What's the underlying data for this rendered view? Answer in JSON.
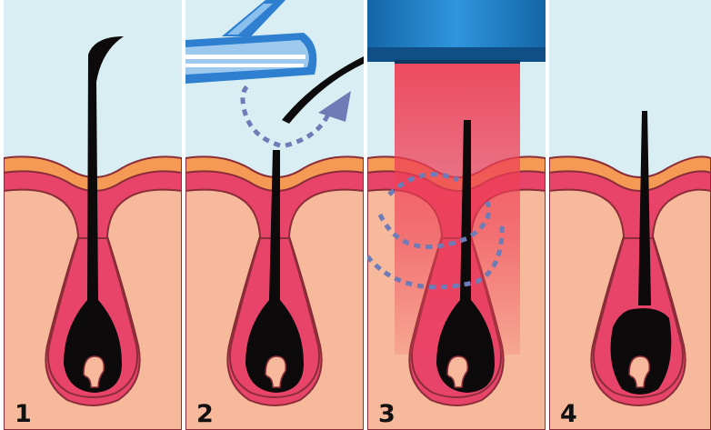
{
  "panels": [
    {
      "number": "1"
    },
    {
      "number": "2"
    },
    {
      "number": "3"
    },
    {
      "number": "4"
    }
  ],
  "colors": {
    "sky": "#d8eef3",
    "skin": "#f7b99c",
    "skin_surface": "#f59a55",
    "epidermis": "#e8446a",
    "outline": "#8a2d38",
    "hair": "#0c0a0a",
    "arrow": "#6e7bb7",
    "laser_beam": "#ef3f55",
    "laser_head": "#1d7fc6",
    "razor": "#2f7fd0"
  },
  "icons": {
    "panel_2_tool": "razor-icon",
    "panel_3_tool": "laser-device-icon"
  }
}
